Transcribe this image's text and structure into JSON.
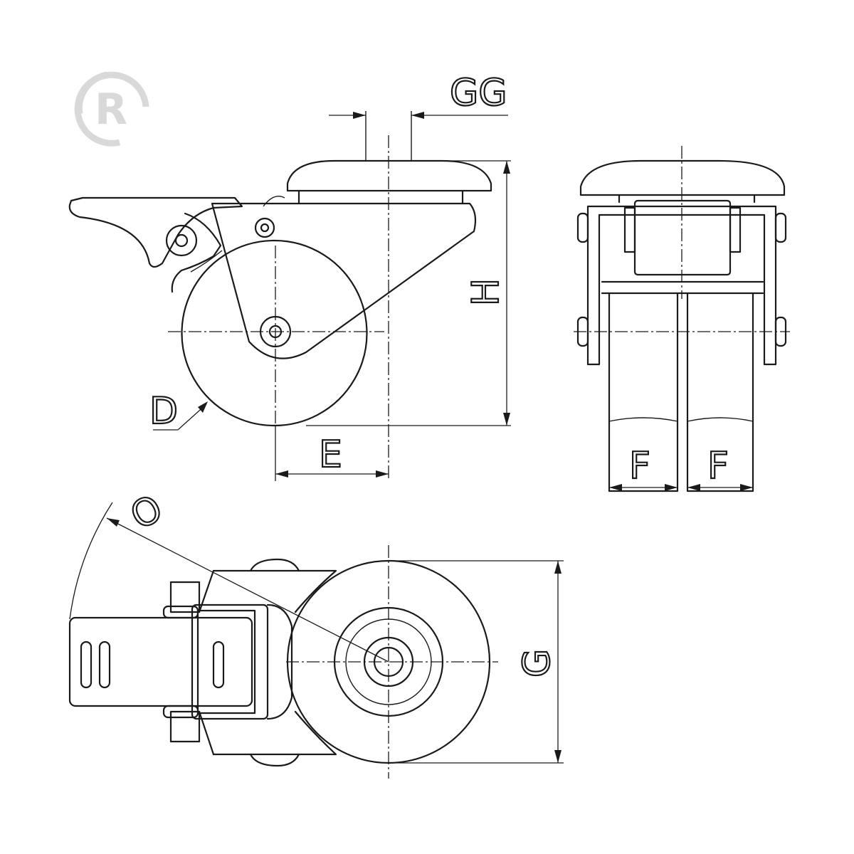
{
  "labels": {
    "gg": "GG",
    "h": "H",
    "d": "D",
    "e": "E",
    "f1": "F",
    "f2": "F",
    "o": "O",
    "g": "G"
  },
  "logo": {
    "text": "R"
  },
  "colors": {
    "line": "#1a1a1a",
    "logo": "#d9d9d9",
    "background": "#ffffff"
  }
}
